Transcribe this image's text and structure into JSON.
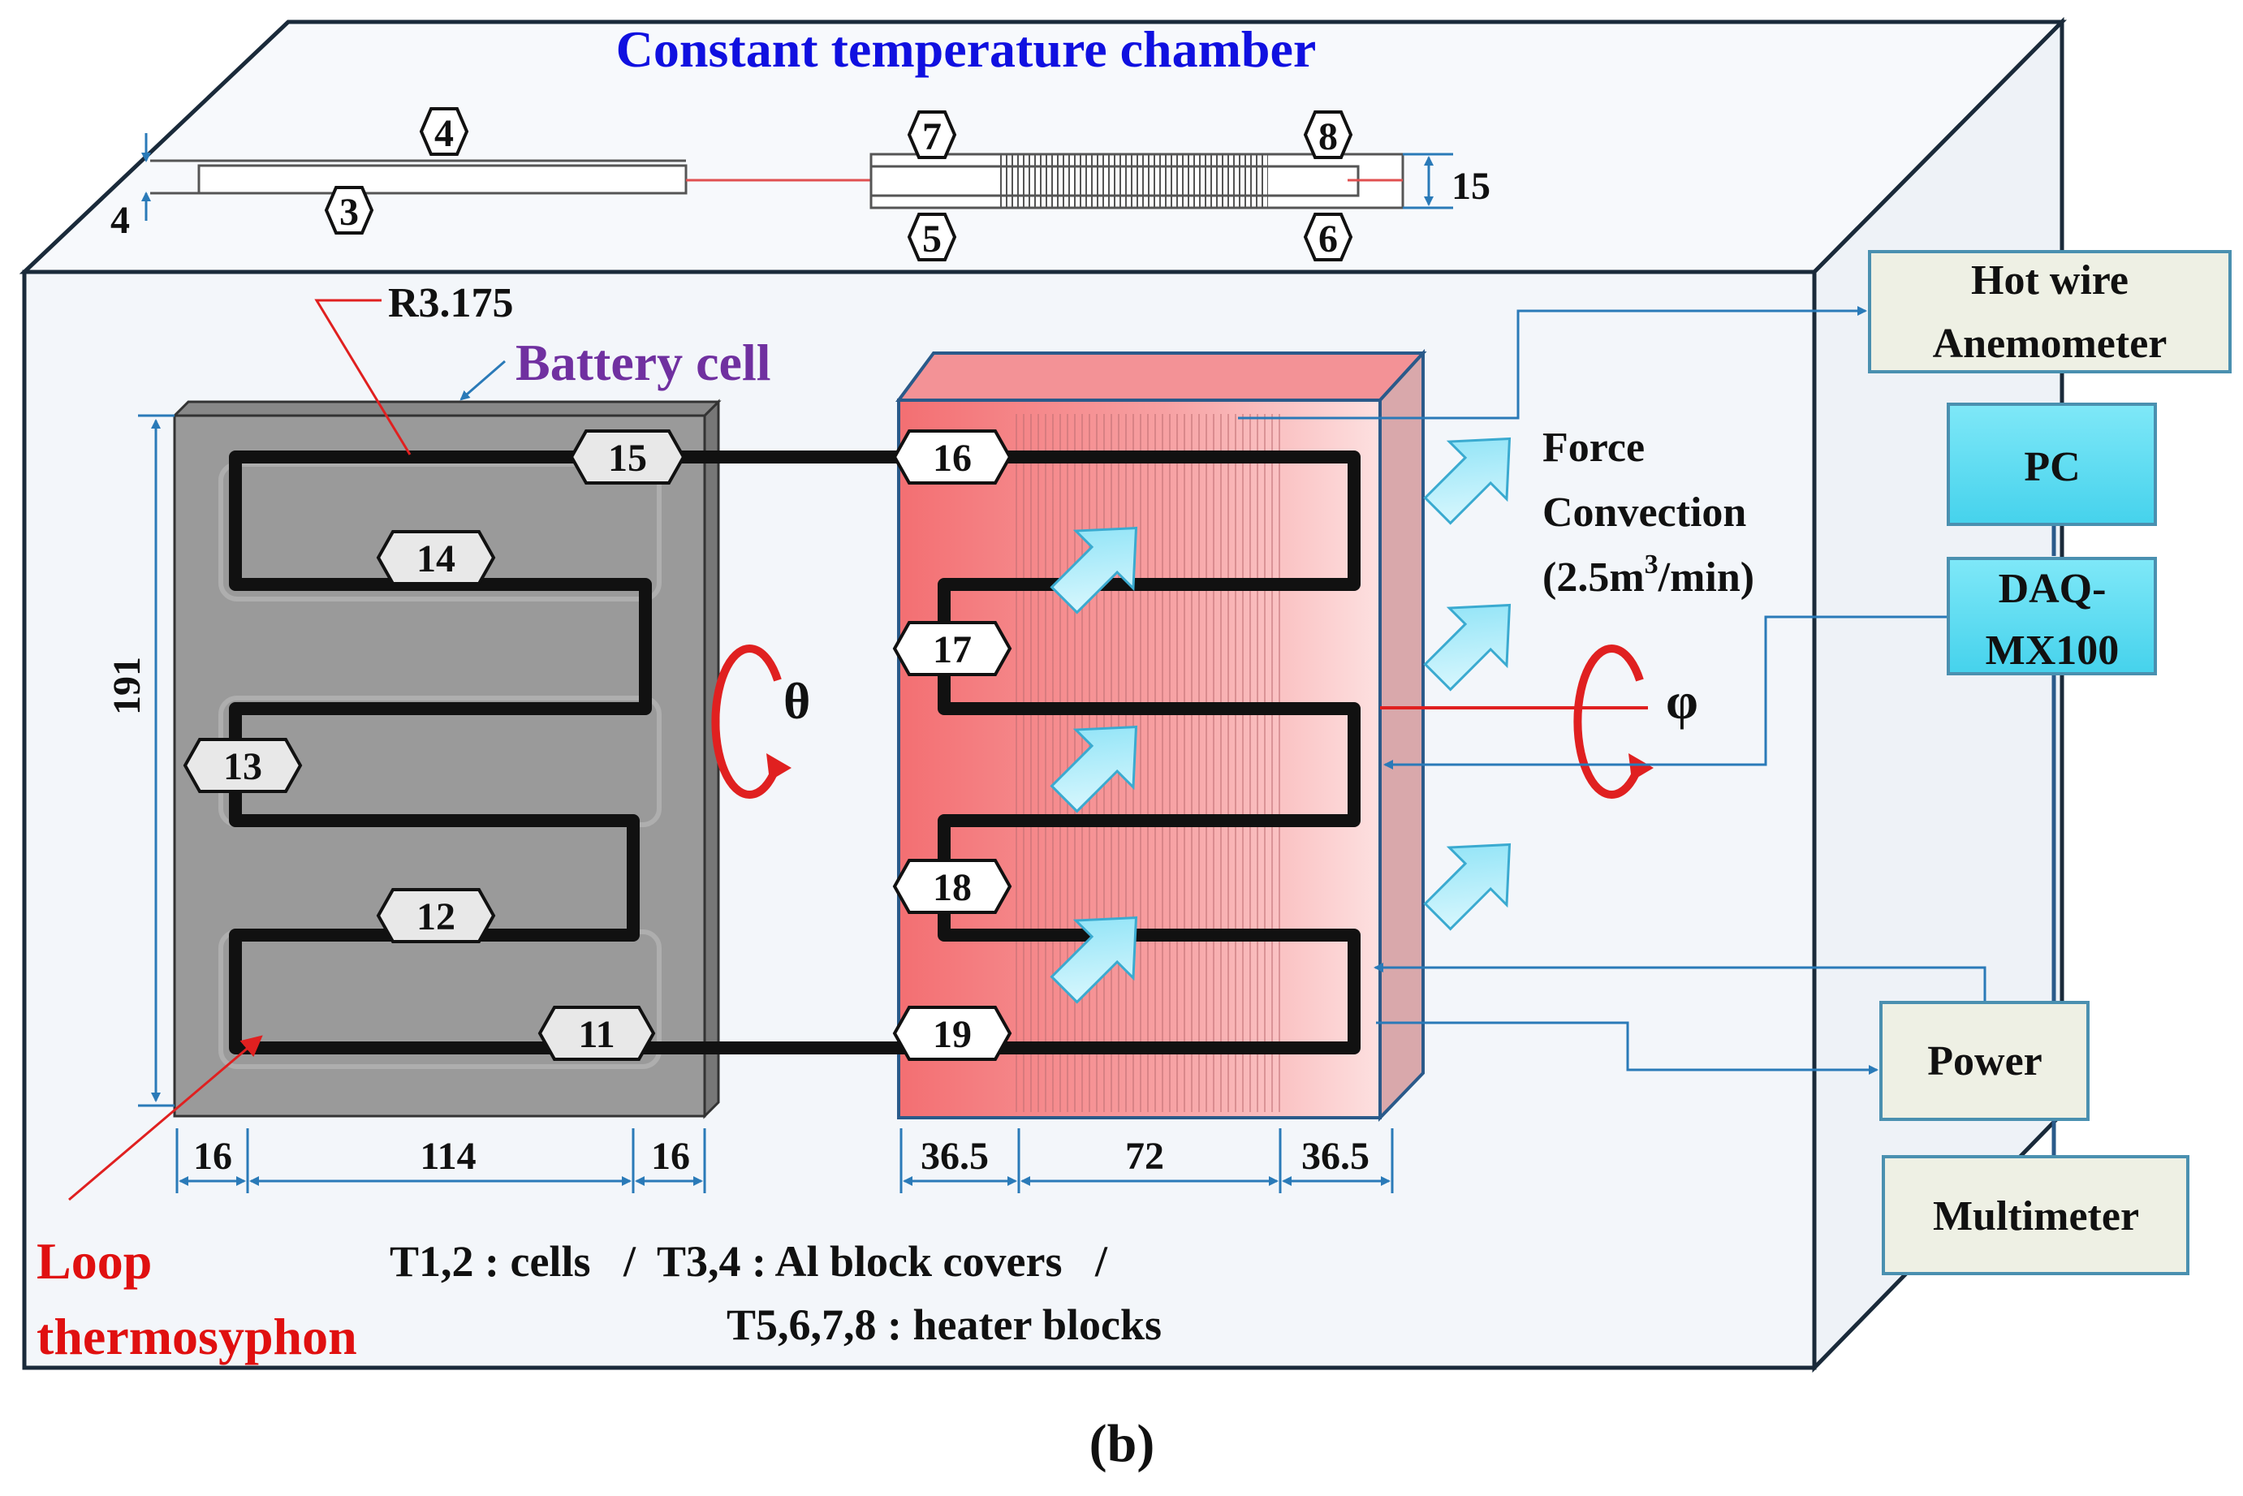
{
  "chamber": {
    "title": "Constant temperature chamber"
  },
  "labels": {
    "battery_cell": "Battery cell",
    "loop_thermosyphon_line1": "Loop",
    "loop_thermosyphon_line2": "thermosyphon",
    "bend_radius": "R3.175",
    "force_convection_line1": "Force",
    "force_convection_line2": "Convection",
    "force_convection_line3_prefix": "(2.5m",
    "force_convection_line3_sup": "3",
    "force_convection_line3_suffix": "/min)",
    "theta": "θ",
    "phi": "φ",
    "legend_line1": "T1,2 : cells   /  T3,4 : Al block covers   /",
    "legend_line2": "T5,6,7,8 : heater blocks",
    "caption": "(b)"
  },
  "top_view": {
    "thermocouples": [
      "3",
      "4",
      "5",
      "6",
      "7",
      "8"
    ],
    "dim_height": "4",
    "dim_heater": "15"
  },
  "battery_dims": {
    "height": "191",
    "left": "16",
    "middle": "114",
    "right": "16"
  },
  "heater_dims": {
    "left": "36.5",
    "middle": "72",
    "right": "36.5"
  },
  "thermocouples_battery": [
    "15",
    "14",
    "13",
    "12",
    "11"
  ],
  "thermocouples_heater": [
    "16",
    "17",
    "18",
    "19"
  ],
  "instruments": {
    "anemometer_line1": "Hot wire",
    "anemometer_line2": "Anemometer",
    "pc": "PC",
    "daq_line1": "DAQ-",
    "daq_line2": "MX100",
    "power": "Power",
    "multimeter": "Multimeter"
  },
  "colors": {
    "title_blue": "#1010e0",
    "battery_purple": "#7030a0",
    "loop_red": "#e01010",
    "chamber_face": "#f3f6fa",
    "battery_gray": "#9a9a9a",
    "heater_red": "#f4787a",
    "instrument_teal": "#5fdcf0",
    "instrument_beige": "#eef0e4",
    "arrow_cyan": "#9ee8f8"
  }
}
